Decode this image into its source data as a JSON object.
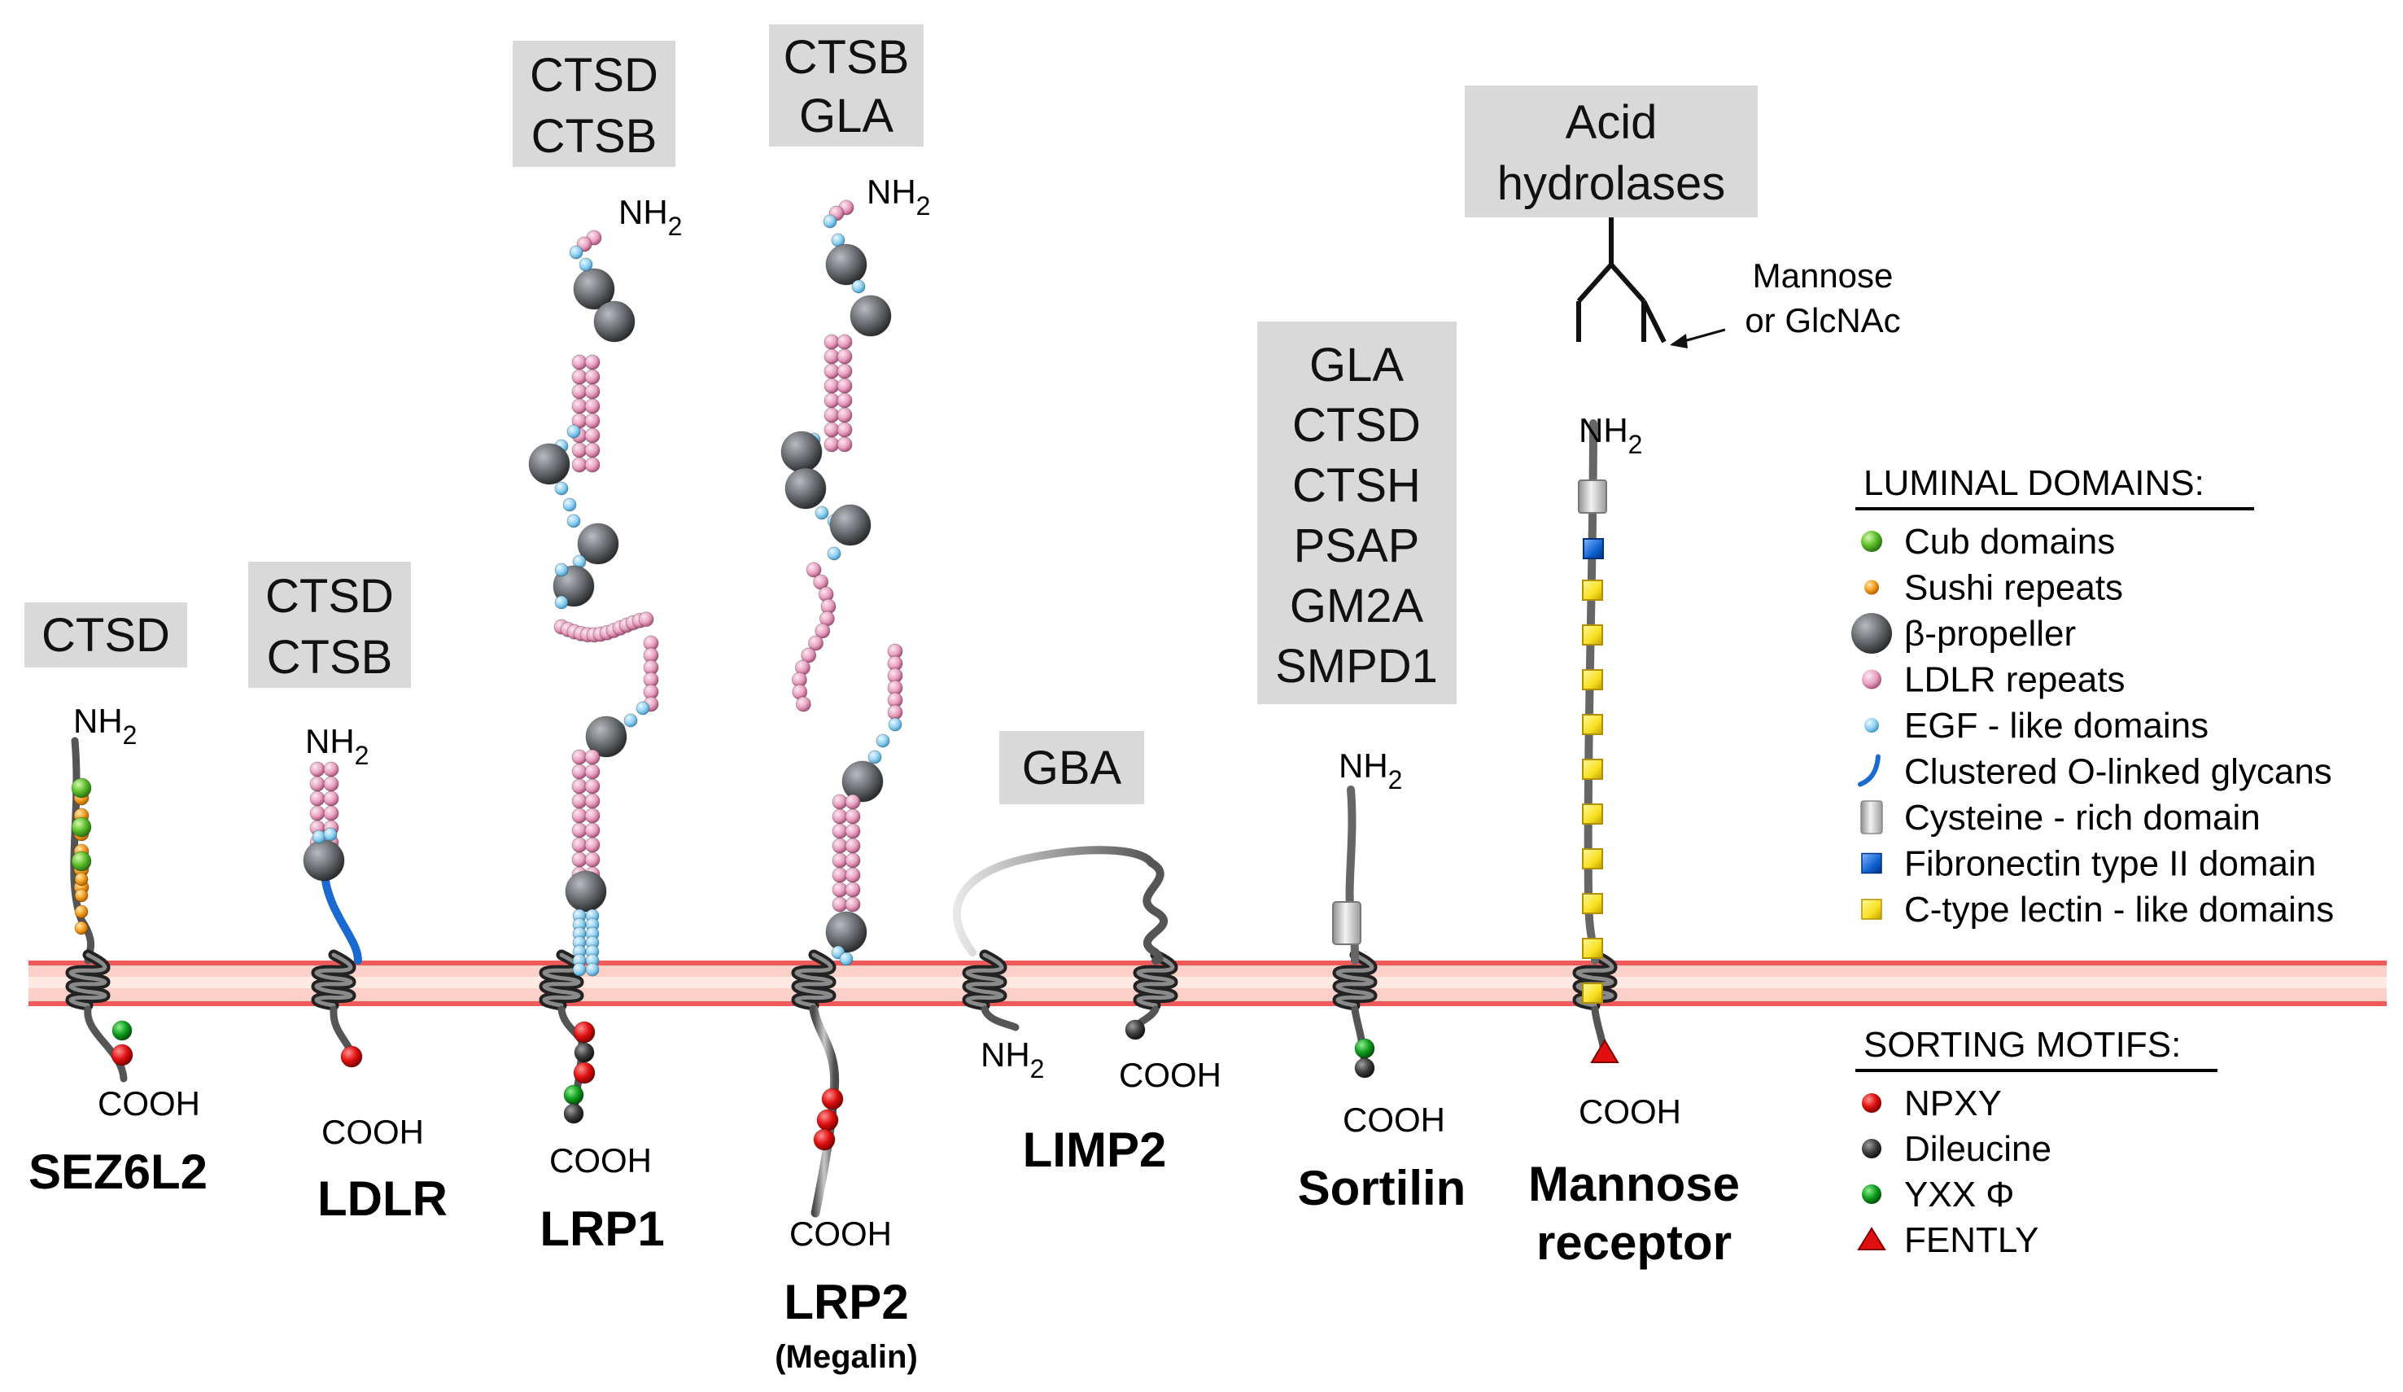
{
  "ligands": {
    "sez6l2": [
      "CTSD"
    ],
    "ldlr": [
      "CTSD",
      "CTSB"
    ],
    "lrp1": [
      "CTSD",
      "CTSB"
    ],
    "lrp2": [
      "CTSB",
      "GLA"
    ],
    "limp2": [
      "GBA"
    ],
    "sortilin": [
      "GLA",
      "CTSD",
      "CTSH",
      "PSAP",
      "GM2A",
      "SMPD1"
    ],
    "mannose": [
      "Acid",
      "hydrolases"
    ]
  },
  "glycan_label": [
    "Mannose",
    "or GlcNAc"
  ],
  "termini": {
    "n": "NH",
    "n_sub": "2",
    "c": "COOH"
  },
  "proteins": {
    "sez6l2": "SEZ6L2",
    "ldlr": "LDLR",
    "lrp1": "LRP1",
    "lrp2": "LRP2",
    "lrp2_alias": "(Megalin)",
    "limp2": "LIMP2",
    "sortilin": "Sortilin",
    "mannose_line1": "Mannose",
    "mannose_line2": "receptor"
  },
  "legend": {
    "luminal_title": "LUMINAL DOMAINS:",
    "luminal": [
      {
        "label": "Cub domains",
        "icon": "cub-domain-icon"
      },
      {
        "label": "Sushi repeats",
        "icon": "sushi-repeat-icon"
      },
      {
        "label": "β-propeller",
        "icon": "beta-propeller-icon"
      },
      {
        "label": "LDLR repeats",
        "icon": "ldlr-repeat-icon"
      },
      {
        "label": "EGF - like domains",
        "icon": "egf-domain-icon"
      },
      {
        "label": "Clustered O-linked glycans",
        "icon": "o-linked-glycan-icon"
      },
      {
        "label": "Cysteine - rich domain",
        "icon": "cysteine-rich-icon"
      },
      {
        "label": "Fibronectin type II domain",
        "icon": "fibronectin-icon"
      },
      {
        "label": "C-type lectin - like domains",
        "icon": "c-type-lectin-icon"
      }
    ],
    "sorting_title": "SORTING MOTIFS:",
    "sorting": [
      {
        "label": "NPXY",
        "icon": "npxy-icon"
      },
      {
        "label": "Dileucine",
        "icon": "dileucine-icon"
      },
      {
        "label": "YXX Φ",
        "icon": "yxx-phi-icon"
      },
      {
        "label": "FENTLY",
        "icon": "fently-icon"
      }
    ]
  },
  "colors": {
    "membrane": "#f05a5a",
    "membrane_fill": "#fbd0c8",
    "ligand_box": "#d9d9d9",
    "cub": "#5cbf2a",
    "sushi": "#f5a020",
    "propeller": "#6a6e72",
    "ldlr_repeat": "#e8a0c0",
    "egf": "#8fd0f0",
    "o_glycan": "#1a6ad0",
    "cysteine": "#c8c8c8",
    "fibronectin": "#1060d0",
    "lectin": "#f8e020",
    "npxy": "#e01010",
    "dileucine": "#404040",
    "yxx": "#10a020",
    "fently": "#e01010"
  }
}
